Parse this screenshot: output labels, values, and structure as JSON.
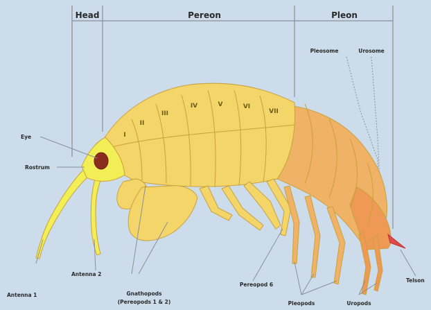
{
  "diagram": {
    "sections": {
      "head": "Head",
      "pereon": "Pereon",
      "pleon": "Pleon"
    },
    "pleon_parts": {
      "pleosome": "Pleosome",
      "urosome": "Urosome"
    },
    "segment_numerals": [
      "I",
      "II",
      "III",
      "IV",
      "V",
      "VI",
      "VII"
    ],
    "labels": {
      "eye": "Eye",
      "rostrum": "Rostrum",
      "antenna1": "Antenna 1",
      "antenna2": "Antenna 2",
      "gnathopods": "Gnathopods",
      "gnathopods_sub": "(Pereopods 1 & 2)",
      "pereopod": "Pereopod 6",
      "pleopods": "Pleopods",
      "uropods": "Uropods",
      "telson": "Telson"
    },
    "colors": {
      "background": "#cddcea",
      "head": "#f2ee55",
      "pereon": "#f3d56a",
      "pleon": "#f0b266",
      "urosome": "#ee9a55",
      "eye": "#8b2c1c",
      "outline": "#c9a13a",
      "guide": "#8a8f98"
    }
  }
}
